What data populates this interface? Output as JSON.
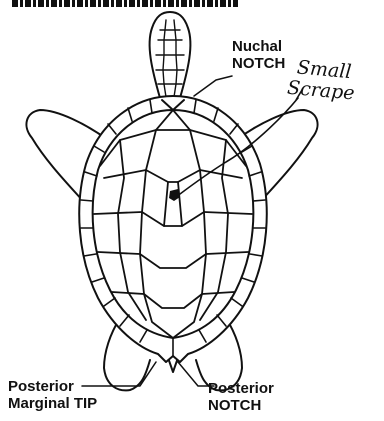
{
  "labels": {
    "nuchal_line1": "Nuchal",
    "nuchal_line2": "NOTCH",
    "scrape_line1": "Small",
    "scrape_line2": "Scrape",
    "post_tip_line1": "Posterior",
    "post_tip_line2": "Marginal TIP",
    "post_notch_line1": "Posterior",
    "post_notch_line2": "NOTCH"
  },
  "colors": {
    "ink": "#111111",
    "background": "#ffffff"
  }
}
